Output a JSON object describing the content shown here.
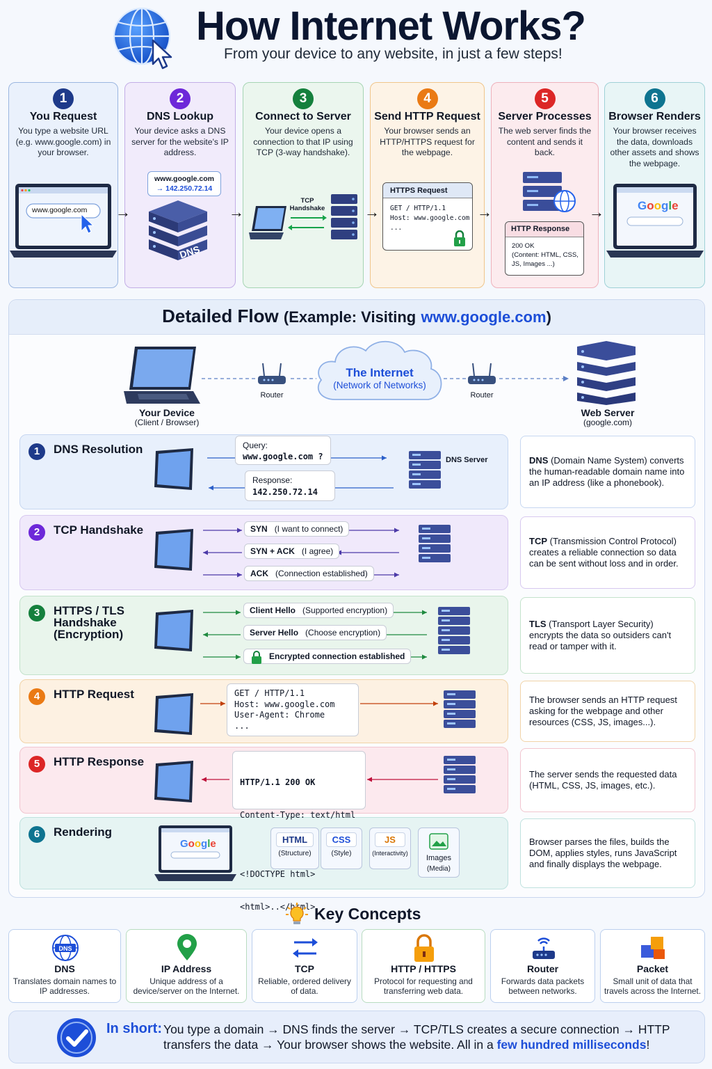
{
  "header": {
    "title": "How Internet Works?",
    "subtitle": "From your device to any website, in just a few steps!"
  },
  "steps": [
    {
      "num": "1",
      "title": "You Request",
      "desc": "You type a website URL (e.g. www.google.com) in your browser.",
      "color": "#1e3a8a",
      "bg": "#eaf1fc",
      "border": "#9bb6e0"
    },
    {
      "num": "2",
      "title": "DNS Lookup",
      "desc": "Your device asks a DNS server for the website's IP address.",
      "color": "#6d28d9",
      "bg": "#f1ebfb",
      "border": "#c3aee6"
    },
    {
      "num": "3",
      "title": "Connect to Server",
      "desc": "Your device opens a connection to that IP using TCP (3-way handshake).",
      "color": "#15803d",
      "bg": "#ebf6ee",
      "border": "#a6d5b3"
    },
    {
      "num": "4",
      "title": "Send HTTP Request",
      "desc": "Your browser sends an HTTP/HTTPS request for the webpage.",
      "color": "#ea7a14",
      "bg": "#fdf3e6",
      "border": "#f0c58a"
    },
    {
      "num": "5",
      "title": "Server Processes",
      "desc": "The web server finds the content and sends it back.",
      "color": "#dc2626",
      "bg": "#fcebee",
      "border": "#eeb1bb"
    },
    {
      "num": "6",
      "title": "Browser Renders",
      "desc": "Your browser receives the data, downloads other assets and shows the webpage.",
      "color": "#0e7490",
      "bg": "#e8f5f6",
      "border": "#9fd1d7"
    }
  ],
  "step_visuals": {
    "url_bar": "www.google.com",
    "dns_bubble_host": "www.google.com",
    "dns_bubble_ip": "→ 142.250.72.14",
    "dns_label": "DNS",
    "tcp_label": "TCP Handshake",
    "https_title": "HTTPS Request",
    "https_code": "GET / HTTP/1.1\nHost: www.google.com\n...",
    "resp_title": "HTTP Response",
    "resp_code": "200 OK\n(Content: HTML, CSS,\nJS, Images ...)",
    "google_logo": "Google"
  },
  "flow": {
    "title_prefix": "Detailed Flow",
    "title_example": "(Example: Visiting",
    "title_url": "www.google.com",
    "title_close": ")",
    "device_label": "Your Device",
    "device_sub": "(Client / Browser)",
    "router_left": "Router",
    "router_right": "Router",
    "internet_label": "The Internet",
    "internet_sub": "(Network of Networks)",
    "server_label": "Web Server",
    "server_sub": "(google.com)"
  },
  "rows": [
    {
      "num": "1",
      "title": "DNS Resolution",
      "info_bold": "DNS",
      "info": " (Domain Name System) converts the human-readable domain name into an IP address (like a phonebook).",
      "color": "#1e3a8a",
      "bg": "#e8f0fc",
      "border": "#c7d7f1"
    },
    {
      "num": "2",
      "title": "TCP Handshake",
      "info_bold": "TCP",
      "info": " (Transmission Control Protocol) creates a reliable connection so data can be sent without loss and in order.",
      "color": "#6d28d9",
      "bg": "#f0e9fb",
      "border": "#d7c8ef"
    },
    {
      "num": "3",
      "title": "HTTPS / TLS Handshake (Encryption)",
      "info_bold": "TLS",
      "info": " (Transport Layer Security) encrypts the data so outsiders can't read or tamper with it.",
      "color": "#15803d",
      "bg": "#e9f5ec",
      "border": "#c3e2cb"
    },
    {
      "num": "4",
      "title": "HTTP Request",
      "info_bold": "",
      "info": "The browser sends an HTTP request asking for the webpage and other resources (CSS, JS, images...).",
      "color": "#ea7a14",
      "bg": "#fdf1e2",
      "border": "#f1d3a7"
    },
    {
      "num": "5",
      "title": "HTTP Response",
      "info_bold": "",
      "info": "The server sends the requested data (HTML, CSS, JS, images, etc.).",
      "color": "#dc2626",
      "bg": "#fce9ee",
      "border": "#f1c5cf"
    },
    {
      "num": "6",
      "title": "Rendering",
      "info_bold": "",
      "info": "Browser parses the files, builds the DOM, applies styles, runs JavaScript and finally displays the webpage.",
      "color": "#0e7490",
      "bg": "#e6f4f3",
      "border": "#bfe1de"
    }
  ],
  "dns_row": {
    "query_label": "Query:",
    "query_value": "www.google.com ?",
    "response_label": "Response:",
    "response_value": "142.250.72.14",
    "server_label": "DNS Server"
  },
  "tcp_row": [
    {
      "bold": "SYN",
      "note": "(I want to connect)"
    },
    {
      "bold": "SYN + ACK",
      "note": "(I agree)"
    },
    {
      "bold": "ACK",
      "note": "(Connection established)"
    }
  ],
  "tls_row": [
    {
      "bold": "Client Hello",
      "note": "(Supported encryption)"
    },
    {
      "bold": "Server Hello",
      "note": "(Choose encryption)"
    },
    {
      "bold": "Encrypted connection established",
      "note": ""
    }
  ],
  "http_req_code": "GET / HTTP/1.1\nHost: www.google.com\nUser-Agent: Chrome\n...",
  "http_resp_code_l1": "HTTP/1.1 200 OK",
  "http_resp_code_l2": "Content-Type: text/html",
  "http_resp_code_l3": "<!DOCTYPE html>",
  "http_resp_code_l4": "<html>..</html>",
  "render_assets": [
    {
      "name": "HTML",
      "sub": "(Structure)"
    },
    {
      "name": "CSS",
      "sub": "(Style)"
    },
    {
      "name": "JS",
      "sub": "(Interactivity)"
    },
    {
      "name": "Images",
      "sub": "(Media)"
    }
  ],
  "key_concepts": {
    "title": "Key Concepts",
    "items": [
      {
        "name": "DNS",
        "desc": "Translates domain names to IP addresses.",
        "border": "#bcd0ee",
        "icon": "dns-globe-icon"
      },
      {
        "name": "IP Address",
        "desc": "Unique address of a device/server on the Internet.",
        "border": "#b8dcc0",
        "icon": "location-pin-icon"
      },
      {
        "name": "TCP",
        "desc": "Reliable, ordered delivery of data.",
        "border": "#bcd0ee",
        "icon": "swap-arrows-icon"
      },
      {
        "name": "HTTP / HTTPS",
        "desc": "Protocol for requesting and transferring web data.",
        "border": "#b8dcc0",
        "icon": "lock-icon"
      },
      {
        "name": "Router",
        "desc": "Forwards data packets between networks.",
        "border": "#bcd0ee",
        "icon": "router-icon"
      },
      {
        "name": "Packet",
        "desc": "Small unit of data that travels across the Internet.",
        "border": "#bcd0ee",
        "icon": "packet-cubes-icon"
      }
    ]
  },
  "in_short": {
    "label": "In short:",
    "text_a": "You type a domain → DNS finds the server → TCP/TLS creates a secure connection → HTTP transfers the data → Your browser shows the website. All in a ",
    "text_hl": "few hundred milliseconds",
    "text_end": "!"
  },
  "colors": {
    "accent_blue": "#1d4ed8",
    "server_blue": "#3b4e9a"
  }
}
